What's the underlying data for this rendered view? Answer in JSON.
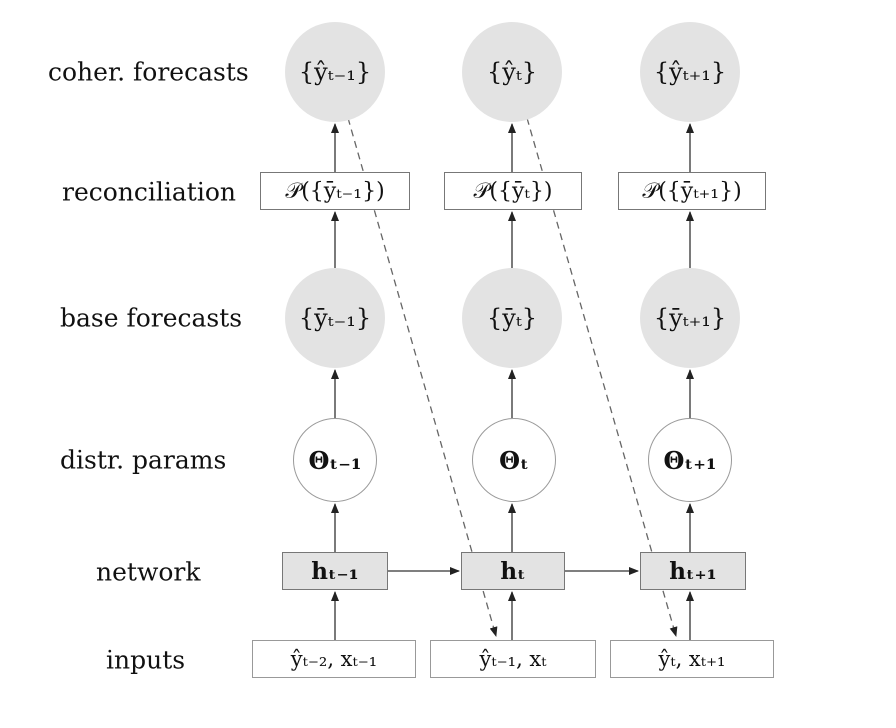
{
  "rows": [
    {
      "id": "coher",
      "label": "coher. forecasts"
    },
    {
      "id": "recon",
      "label": "reconciliation"
    },
    {
      "id": "base",
      "label": "base forecasts"
    },
    {
      "id": "params",
      "label": "distr. params"
    },
    {
      "id": "network",
      "label": "network"
    },
    {
      "id": "inputs",
      "label": "inputs"
    }
  ],
  "columns": [
    {
      "coher": "{ŷₜ₋₁}",
      "recon": "𝒫({ȳₜ₋₁})",
      "base": "{ȳₜ₋₁}",
      "params": "Θₜ₋₁",
      "network": "hₜ₋₁",
      "inputs": "ŷₜ₋₂, xₜ₋₁"
    },
    {
      "coher": "{ŷₜ}",
      "recon": "𝒫({ȳₜ})",
      "base": "{ȳₜ}",
      "params": "Θₜ",
      "network": "hₜ",
      "inputs": "ŷₜ₋₁, xₜ"
    },
    {
      "coher": "{ŷₜ₊₁}",
      "recon": "𝒫({ȳₜ₊₁})",
      "base": "{ȳₜ₊₁}",
      "params": "Θₜ₊₁",
      "network": "hₜ₊₁",
      "inputs": "ŷₜ, xₜ₊₁"
    }
  ],
  "colors": {
    "forecast_fill": "#e3e3e3",
    "hidden_fill": "#e3e3e3",
    "edge": "#333333"
  }
}
